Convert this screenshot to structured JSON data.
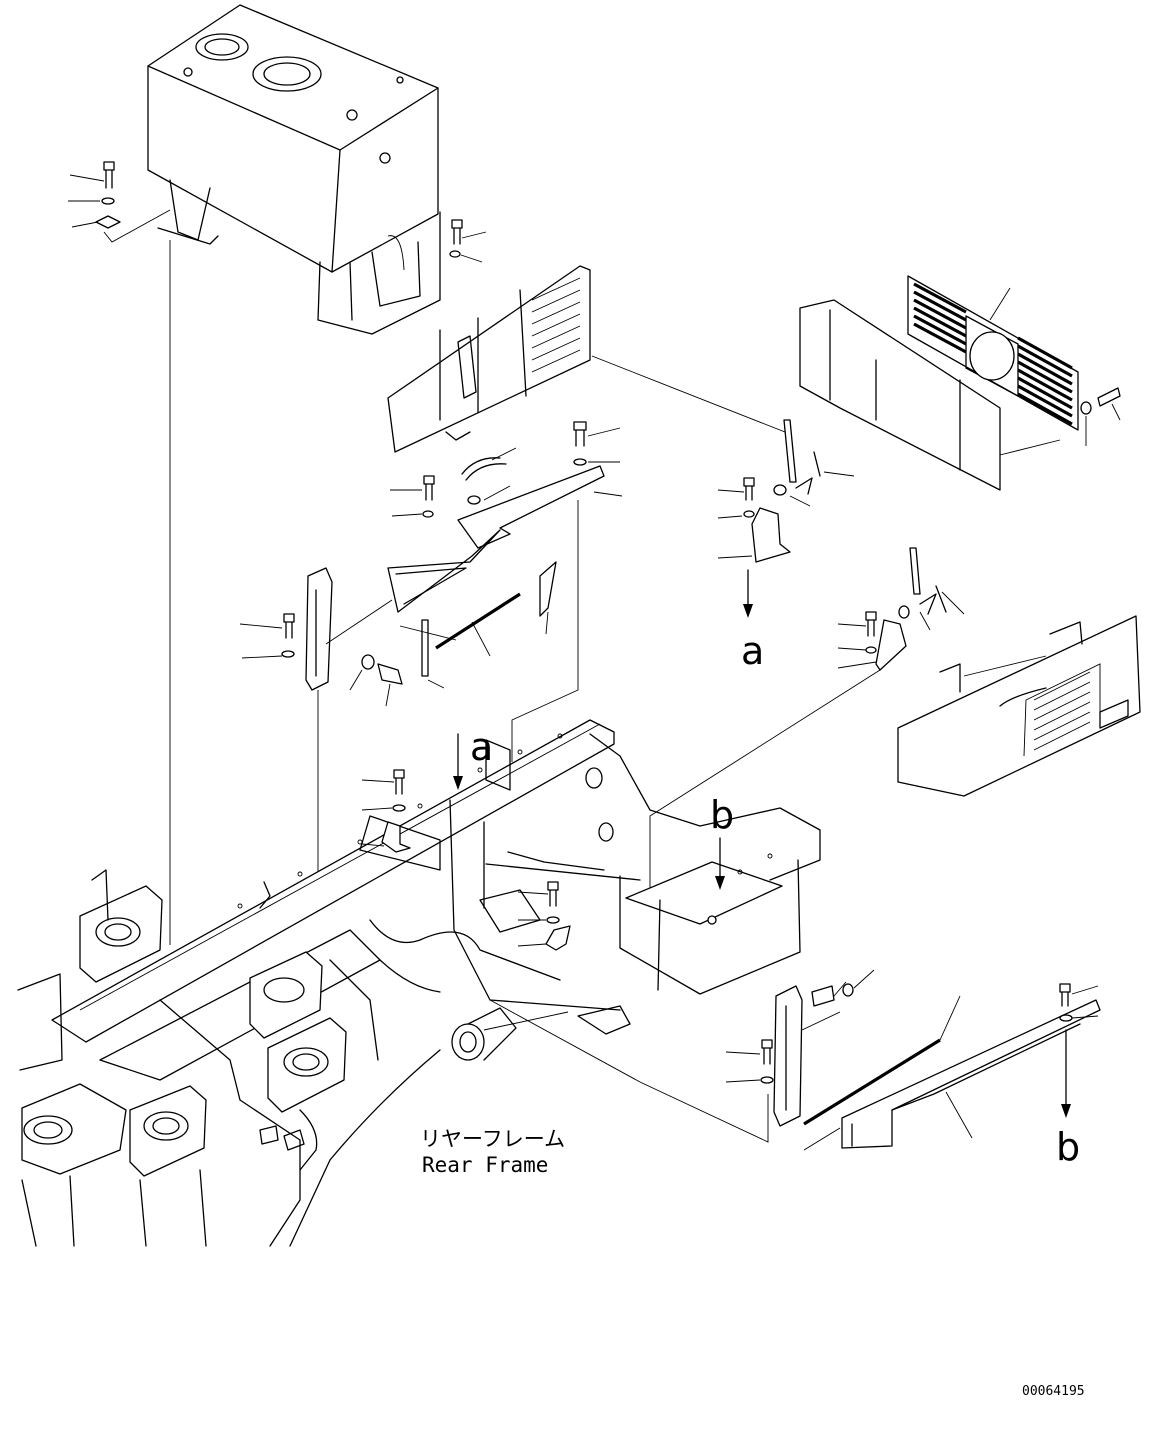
{
  "callouts": {
    "a_upper": "a",
    "a_lower": "a",
    "b_upper": "b",
    "b_lower": "b"
  },
  "caption": {
    "japanese": "リヤーフレーム",
    "english": "Rear Frame"
  },
  "document_number": "00064195"
}
